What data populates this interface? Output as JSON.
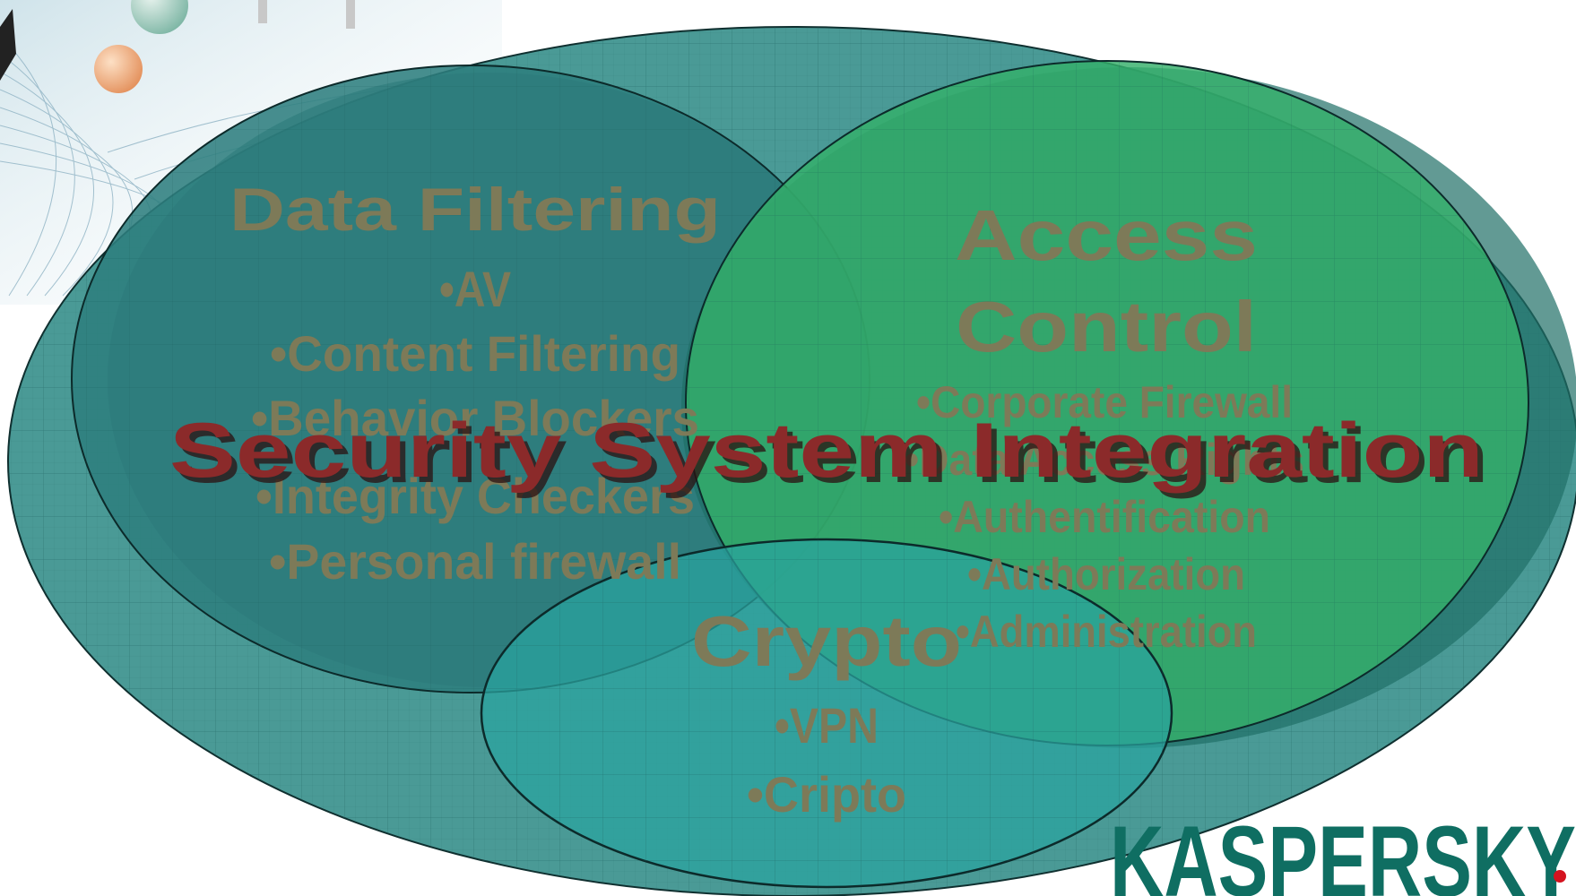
{
  "diagram": {
    "title": "Security System Integration",
    "sets": [
      {
        "id": "data-filtering",
        "label": "Data Filtering",
        "items": [
          "•AV",
          "•Content Filtering",
          "•Behavior Blockers",
          "•Integrity Checkers",
          "•Personal firewall"
        ]
      },
      {
        "id": "access-control",
        "label_lines": [
          "Access",
          "Control"
        ],
        "items": [
          "•Corporate Firewall",
          "•Data Access Rights",
          "•Authentification",
          "•Authorization",
          "•Administration"
        ]
      },
      {
        "id": "crypto",
        "label": "Crypto",
        "items": [
          "•VPN",
          "•Cripto"
        ]
      }
    ]
  },
  "logo": {
    "text": "KASPERSKY"
  },
  "colors": {
    "outer_ellipse": "#4a9a96",
    "data_filtering_fill": "#2e7e7e",
    "access_control_fill": "#34b06a",
    "crypto_fill": "#2aa3a0",
    "set_label": "#7d7a58",
    "title": "#8b2a2a",
    "logo": "#0f6e62",
    "logo_dot": "#d4131f"
  }
}
